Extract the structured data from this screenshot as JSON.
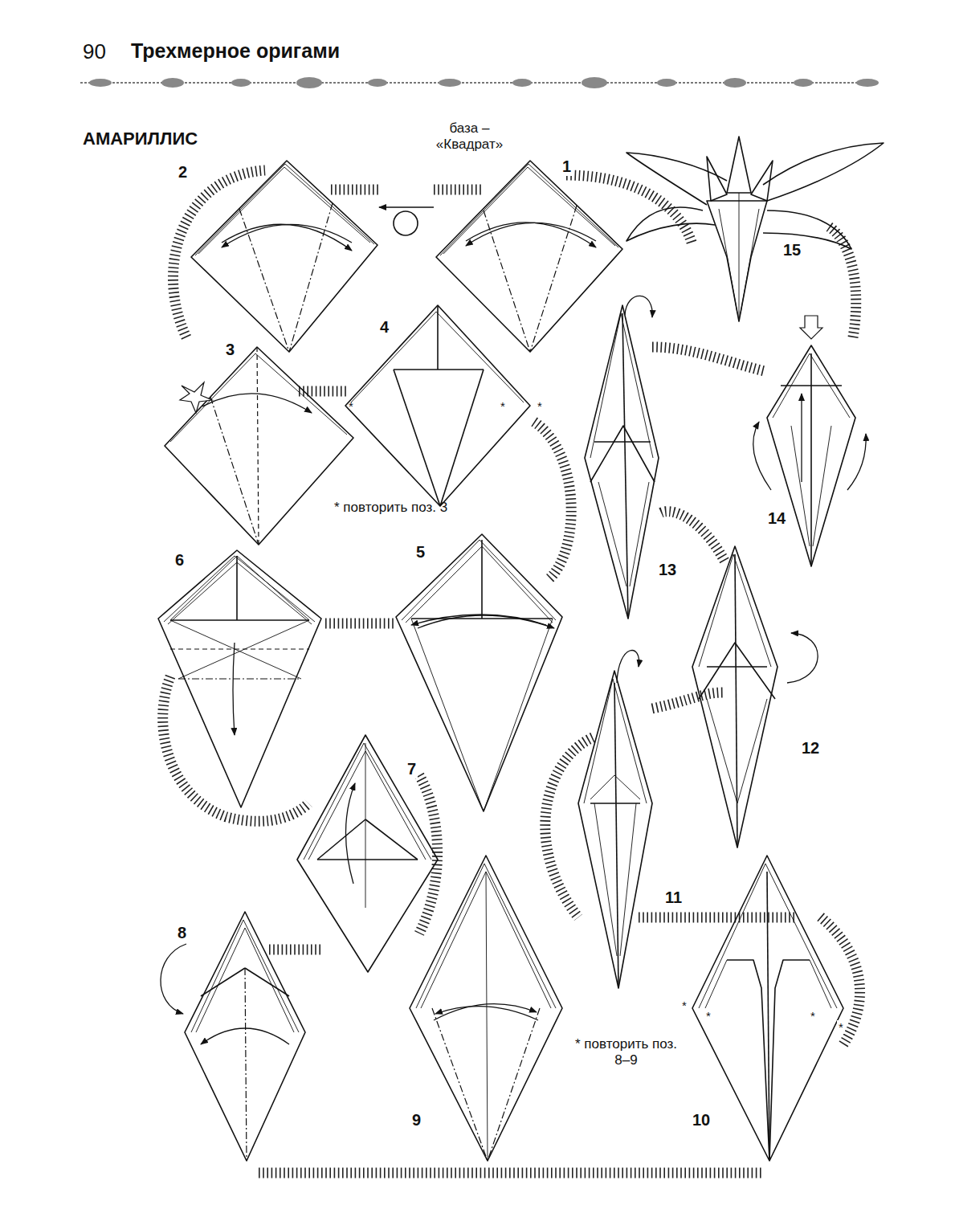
{
  "diagram": {
    "title": "АМАРИЛЛИС",
    "labels": [
      "90",
      "Трехмерное оригами",
      "база – «Квадрат»",
      "1",
      "2",
      "15",
      "3",
      "4",
      "*",
      "*",
      "*",
      "13",
      "14",
      "* повторить поз. 3",
      "6",
      "5",
      "7",
      "12",
      "11",
      "8",
      "* повторить поз. 8–9",
      "9",
      "10",
      "*",
      "*",
      "*",
      "*"
    ]
  }
}
